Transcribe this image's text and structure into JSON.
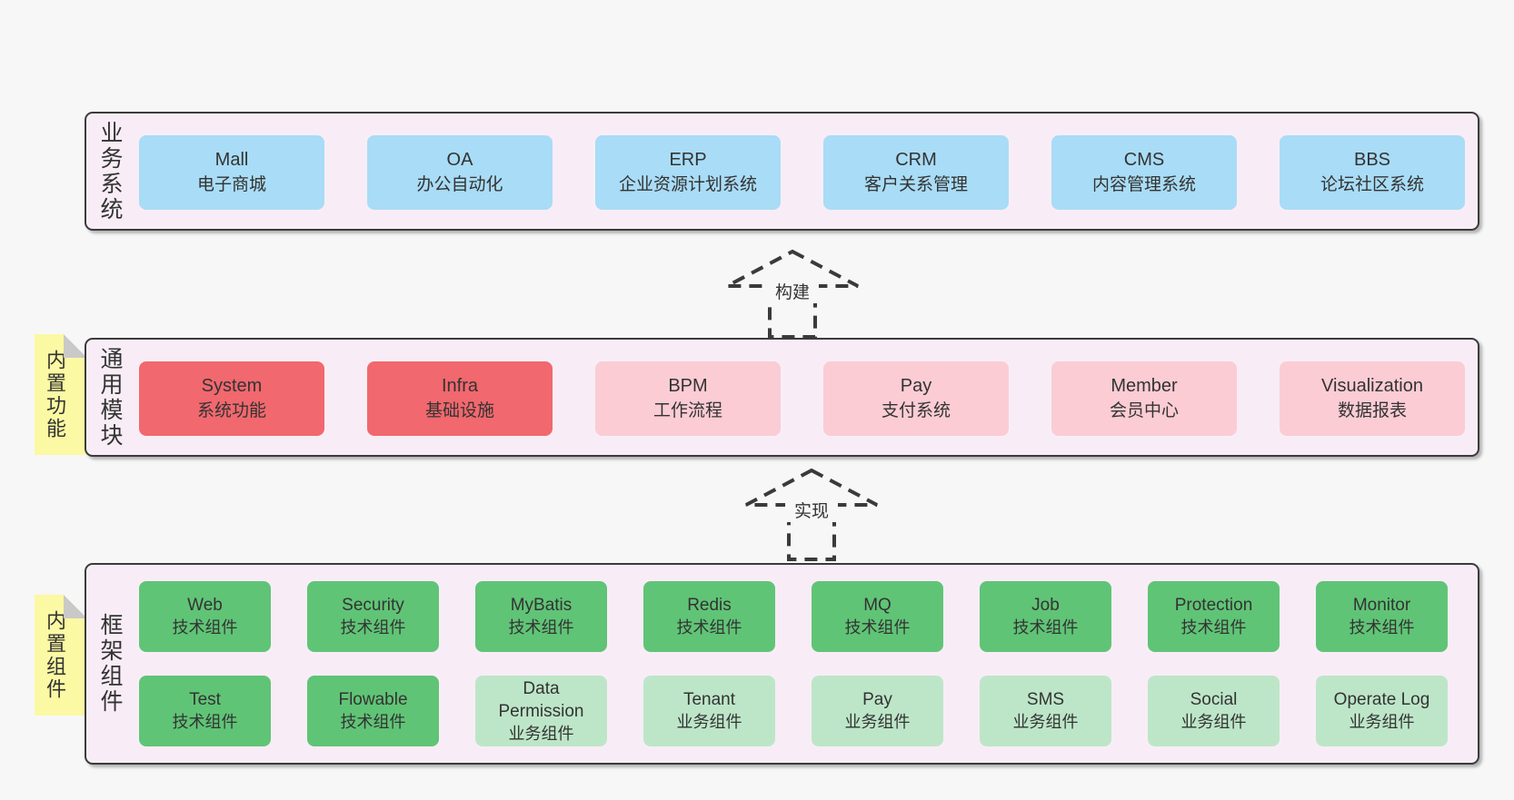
{
  "colors": {
    "page_bg": "#f7f7f7",
    "container_bg": "#f8edf6",
    "container_border": "#3b3b3b",
    "blue_box": "#a9dcf6",
    "red_box": "#f1686e",
    "pink_box": "#fbccd4",
    "green_box": "#60c476",
    "light_green_box": "#bde6c8",
    "sticky_note": "#fbf9a3",
    "note_fold": "#c9c9c9",
    "text": "#333333"
  },
  "arrows": [
    {
      "label": "构建"
    },
    {
      "label": "实现"
    }
  ],
  "sections": [
    {
      "id": "business",
      "label": "业务系统",
      "note": null,
      "rows": [
        [
          {
            "title": "Mall",
            "subtitle": "电子商城",
            "variant": "blue"
          },
          {
            "title": "OA",
            "subtitle": "办公自动化",
            "variant": "blue"
          },
          {
            "title": "ERP",
            "subtitle": "企业资源计划系统",
            "variant": "blue"
          },
          {
            "title": "CRM",
            "subtitle": "客户关系管理",
            "variant": "blue"
          },
          {
            "title": "CMS",
            "subtitle": "内容管理系统",
            "variant": "blue"
          },
          {
            "title": "BBS",
            "subtitle": "论坛社区系统",
            "variant": "blue"
          }
        ]
      ]
    },
    {
      "id": "modules",
      "label": "通用模块",
      "note": "内置功能",
      "rows": [
        [
          {
            "title": "System",
            "subtitle": "系统功能",
            "variant": "red"
          },
          {
            "title": "Infra",
            "subtitle": "基础设施",
            "variant": "red"
          },
          {
            "title": "BPM",
            "subtitle": "工作流程",
            "variant": "pink"
          },
          {
            "title": "Pay",
            "subtitle": "支付系统",
            "variant": "pink"
          },
          {
            "title": "Member",
            "subtitle": "会员中心",
            "variant": "pink"
          },
          {
            "title": "Visualization",
            "subtitle": "数据报表",
            "variant": "pink"
          }
        ]
      ]
    },
    {
      "id": "components",
      "label": "框架组件",
      "note": "内置组件",
      "rows": [
        [
          {
            "title": "Web",
            "subtitle": "技术组件",
            "variant": "green"
          },
          {
            "title": "Security",
            "subtitle": "技术组件",
            "variant": "green"
          },
          {
            "title": "MyBatis",
            "subtitle": "技术组件",
            "variant": "green"
          },
          {
            "title": "Redis",
            "subtitle": "技术组件",
            "variant": "green"
          },
          {
            "title": "MQ",
            "subtitle": "技术组件",
            "variant": "green"
          },
          {
            "title": "Job",
            "subtitle": "技术组件",
            "variant": "green"
          },
          {
            "title": "Protection",
            "subtitle": "技术组件",
            "variant": "green"
          },
          {
            "title": "Monitor",
            "subtitle": "技术组件",
            "variant": "green"
          }
        ],
        [
          {
            "title": "Test",
            "subtitle": "技术组件",
            "variant": "green"
          },
          {
            "title": "Flowable",
            "subtitle": "技术组件",
            "variant": "green"
          },
          {
            "title": "Data Permission",
            "subtitle": "业务组件",
            "variant": "green-light"
          },
          {
            "title": "Tenant",
            "subtitle": "业务组件",
            "variant": "green-light"
          },
          {
            "title": "Pay",
            "subtitle": "业务组件",
            "variant": "green-light"
          },
          {
            "title": "SMS",
            "subtitle": "业务组件",
            "variant": "green-light"
          },
          {
            "title": "Social",
            "subtitle": "业务组件",
            "variant": "green-light"
          },
          {
            "title": "Operate Log",
            "subtitle": "业务组件",
            "variant": "green-light"
          }
        ]
      ]
    }
  ]
}
